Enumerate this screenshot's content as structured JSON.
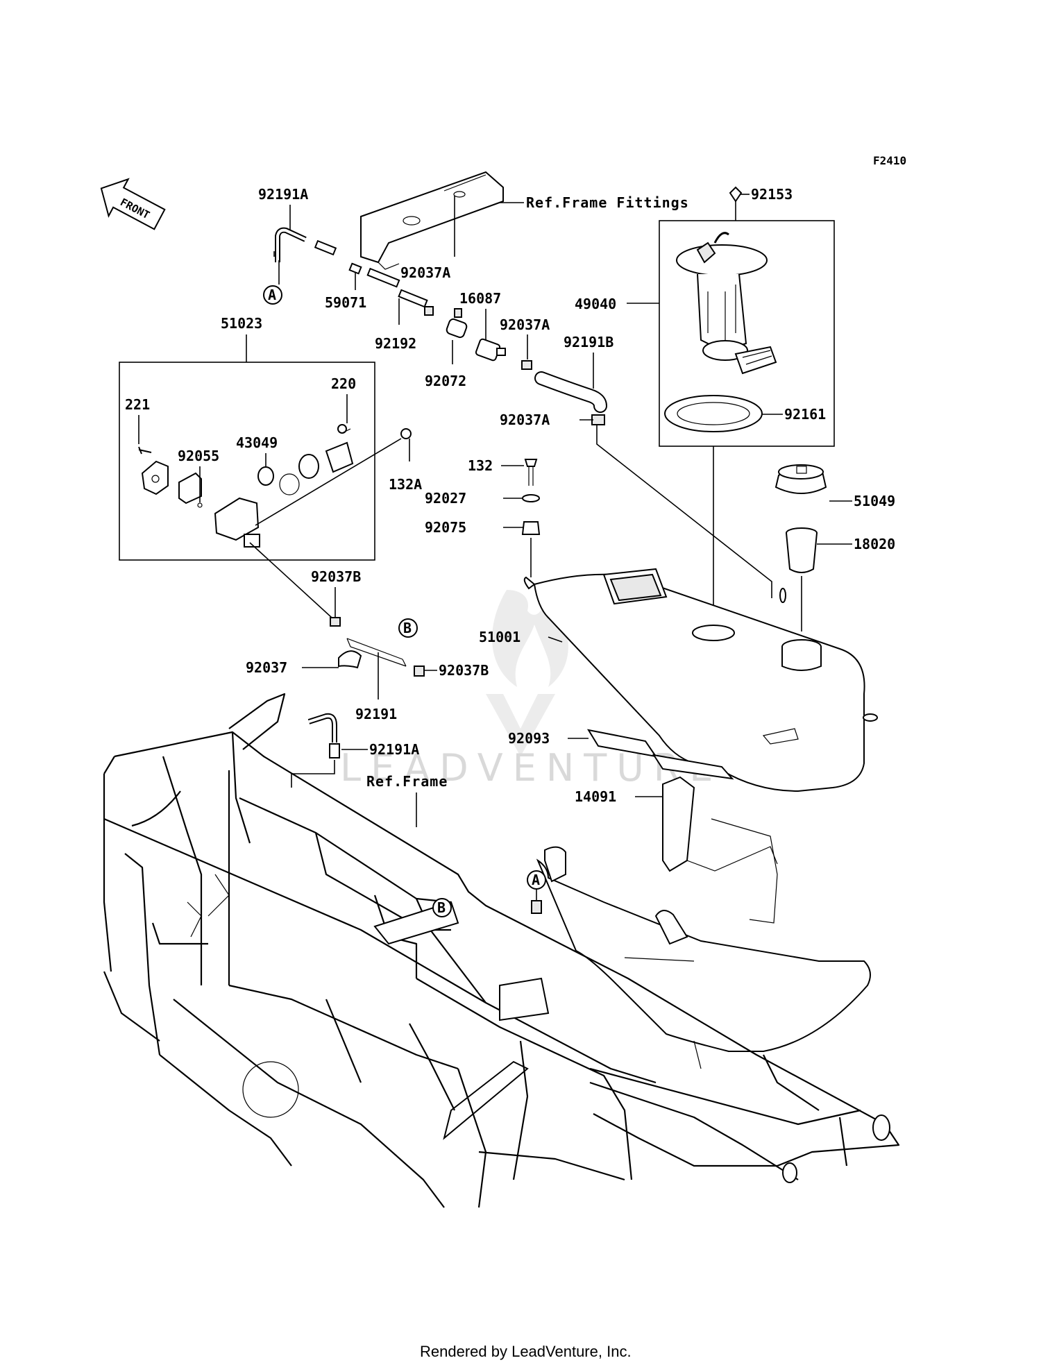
{
  "figure_code": "F2410",
  "front_label": "FRONT",
  "refs": {
    "frame_fittings": "Ref.Frame Fittings",
    "frame": "Ref.Frame"
  },
  "markers": {
    "a": "A",
    "b": "B"
  },
  "parts": {
    "p92191A_top": "92191A",
    "p92037A_1": "92037A",
    "p59071": "59071",
    "p92192": "92192",
    "p16087": "16087",
    "p92037A_2": "92037A",
    "p92072": "92072",
    "p92191B": "92191B",
    "p92037A_3": "92037A",
    "p51023": "51023",
    "p220": "220",
    "p221": "221",
    "p43049": "43049",
    "p92055": "92055",
    "p132A": "132A",
    "p92153": "92153",
    "p49040": "49040",
    "p92161": "92161",
    "p132": "132",
    "p92027": "92027",
    "p92075": "92075",
    "p51049": "51049",
    "p18020": "18020",
    "p51001": "51001",
    "p92037B_1": "92037B",
    "p92037": "92037",
    "p92191": "92191",
    "p92037B_2": "92037B",
    "p92191A_low": "92191A",
    "p92093": "92093",
    "p14091": "14091"
  },
  "watermark": "LEADVENTURE",
  "footer": "Rendered by LeadVenture, Inc."
}
